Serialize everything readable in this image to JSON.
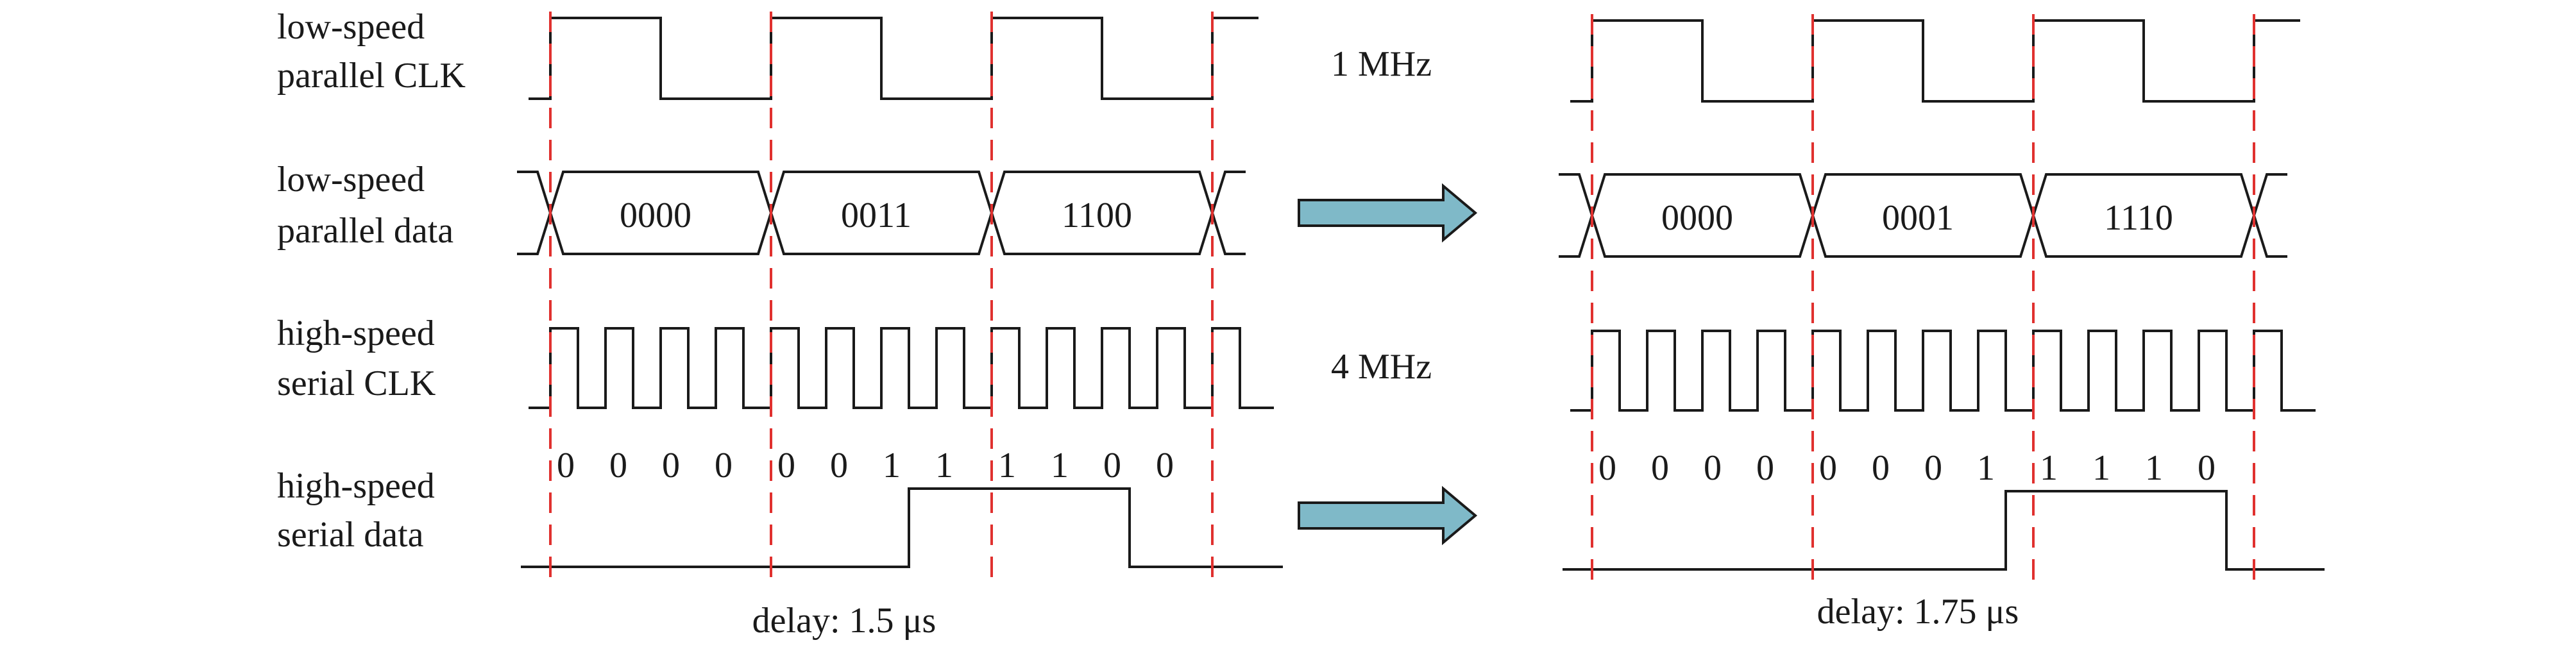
{
  "signal_labels": {
    "low_parallel_clk": [
      "low-speed",
      "parallel CLK"
    ],
    "low_parallel_data": [
      "low-speed",
      "parallel data"
    ],
    "high_serial_clk": [
      "high-speed",
      "serial CLK"
    ],
    "high_serial_data": [
      "high-speed",
      "serial data"
    ]
  },
  "frequencies": {
    "low": "1 MHz",
    "high": "4 MHz"
  },
  "panels": [
    {
      "words": [
        "0000",
        "0011",
        "1100"
      ],
      "bits": [
        "0",
        "0",
        "0",
        "0",
        "0",
        "0",
        "1",
        "1",
        "1",
        "1",
        "0",
        "0"
      ],
      "serial_level": [
        0,
        0,
        0,
        0,
        0,
        0,
        1,
        1,
        1,
        1,
        0,
        0,
        0
      ],
      "delay_label": "delay: 1.5 μs"
    },
    {
      "words": [
        "0000",
        "0001",
        "1110"
      ],
      "bits": [
        "0",
        "0",
        "0",
        "0",
        "0",
        "0",
        "0",
        "1",
        "1",
        "1",
        "1",
        "0"
      ],
      "serial_level": [
        0,
        0,
        0,
        0,
        0,
        0,
        0,
        1,
        1,
        1,
        1,
        0,
        0
      ],
      "delay_label": "delay: 1.75 μs"
    }
  ],
  "colors": {
    "line": "#1a1a1a",
    "marker": "#e0312f",
    "arrow_fill": "#7fb9c8",
    "arrow_stroke": "#1a1a1a"
  }
}
